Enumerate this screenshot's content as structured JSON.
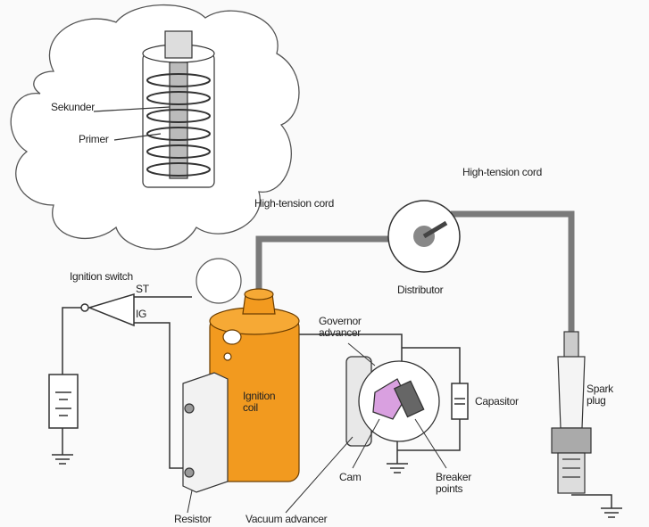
{
  "labels": {
    "sekunder": "Sekunder",
    "primer": "Primer",
    "high_tension_cord_1": "High-tension cord",
    "high_tension_cord_2": "High-tension cord",
    "distributor": "Distributor",
    "ignition_switch": "Ignition switch",
    "st": "ST",
    "ig": "IG",
    "governor_advancer": "Governor\nadvancer",
    "ignition_coil": "Ignition\ncoil",
    "capasitor": "Capasitor",
    "spark_plug": "Spark\nplug",
    "cam": "Cam",
    "breaker_points": "Breaker\npoints",
    "resistor": "Resistor",
    "vacuum_advancer": "Vacuum advancer"
  },
  "colors": {
    "coil": "#f29a1f",
    "cord": "#7a7a7a",
    "wire": "#333333",
    "cam": "#d9a0e0"
  }
}
